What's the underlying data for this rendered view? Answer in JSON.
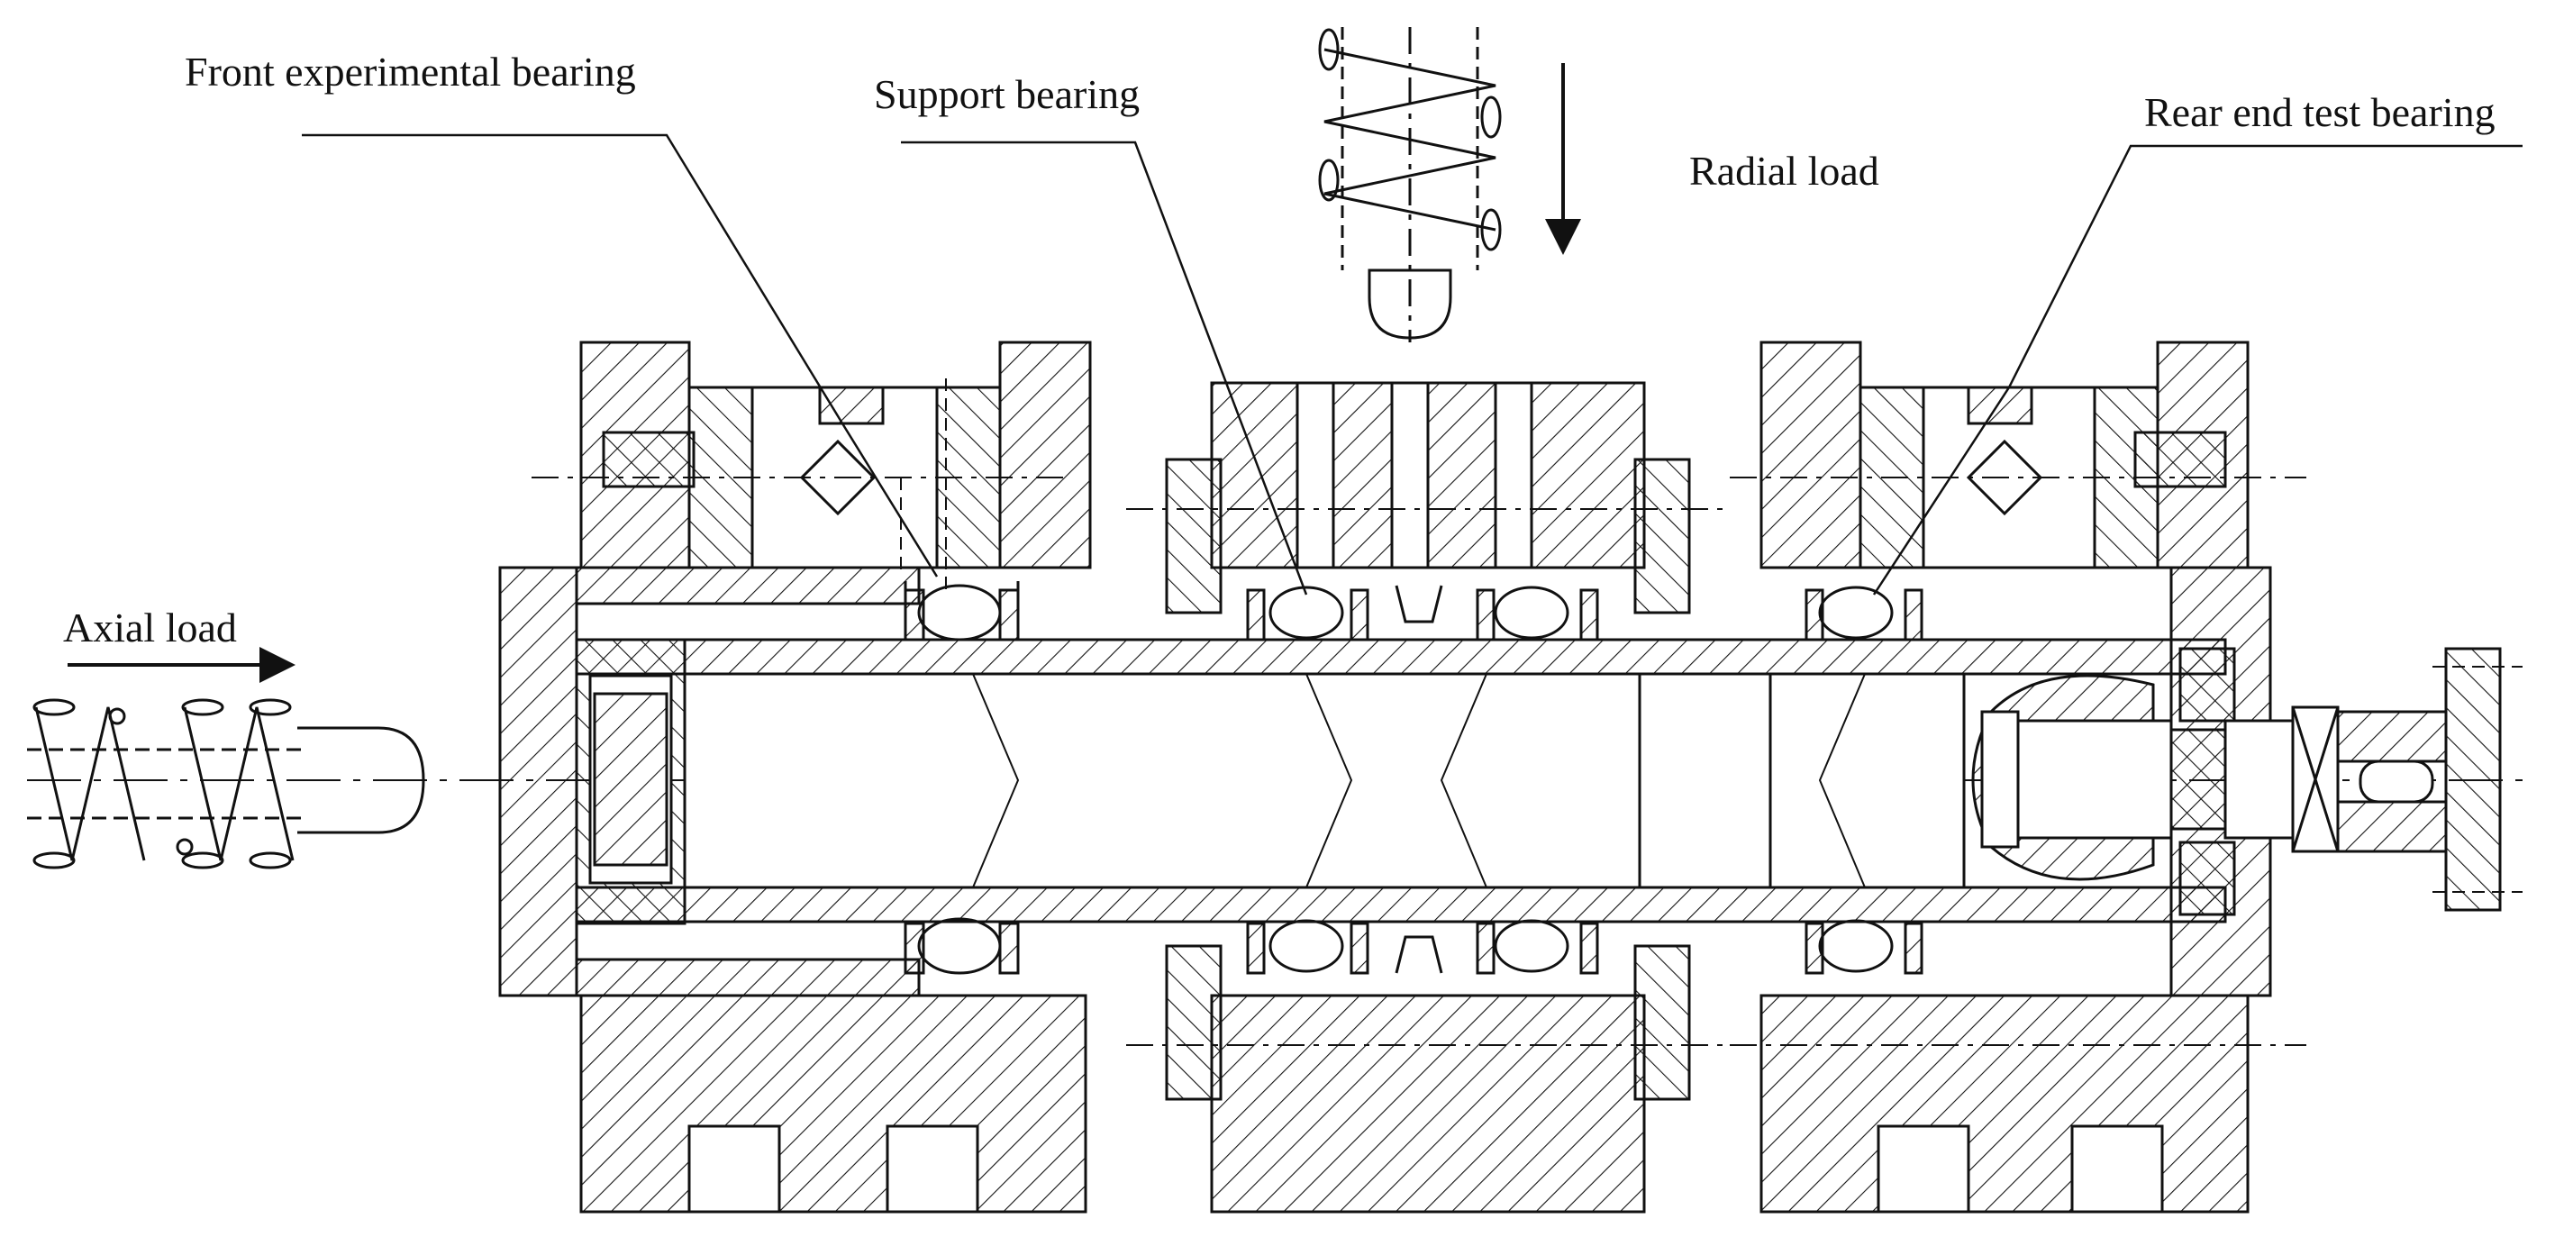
{
  "labels": {
    "front_bearing": "Front experimental bearing",
    "support_bearing": "Support bearing",
    "radial_load": "Radial load",
    "rear_bearing": "Rear end test bearing",
    "axial_load": "Axial load"
  },
  "colors": {
    "ink": "#111111",
    "background": "#ffffff"
  }
}
